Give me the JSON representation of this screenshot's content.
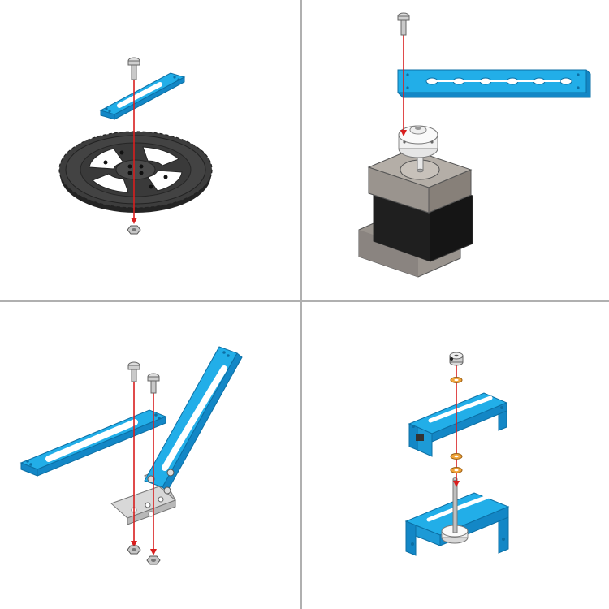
{
  "colors": {
    "beam": "#22aee8",
    "beam_edge": "#0c6fa4",
    "beam_dark": "#1387c6",
    "arrow": "#d81e1e",
    "screw": "#c9c9c9",
    "nut": "#c6c6c6",
    "gear": "#3d3d3d",
    "gear_dark": "#242424",
    "motor_body": "#151515",
    "motor_cap": "#9a948e",
    "washer": "#f0a43a",
    "divider": "#b0b0b0",
    "background": "#ffffff"
  },
  "panels": [
    {
      "id": "gear-to-beam-assembly",
      "parts": [
        "screw-icon",
        "beam-icon",
        "gear-icon",
        "nut-icon"
      ]
    },
    {
      "id": "motor-hub-beam-assembly",
      "parts": [
        "screw-icon",
        "beam-icon",
        "hub-icon",
        "stepper-motor-icon"
      ]
    },
    {
      "id": "beam-bracket-assembly",
      "parts": [
        "screw-icon",
        "screw-icon",
        "beam-icon",
        "beam-icon",
        "bracket-icon",
        "nut-icon",
        "nut-icon"
      ]
    },
    {
      "id": "shaft-bearing-assembly",
      "parts": [
        "collar-icon",
        "washer-icon",
        "u-beam-icon",
        "washer-icon",
        "washer-icon",
        "shaft-icon",
        "hub-icon",
        "u-beam-icon"
      ]
    }
  ]
}
